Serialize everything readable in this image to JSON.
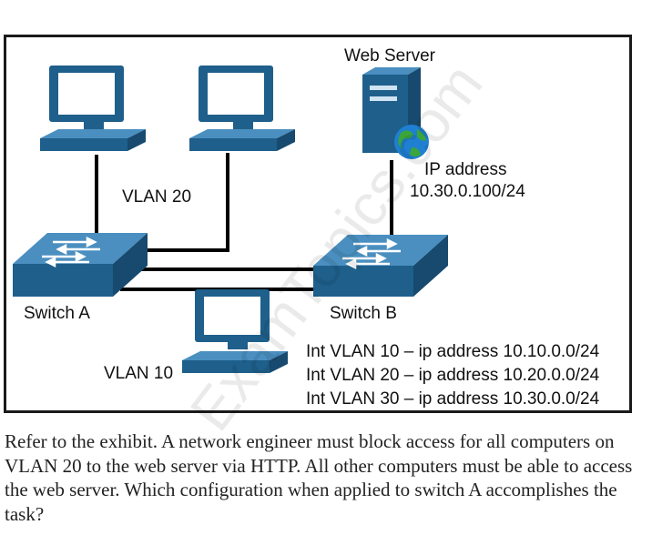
{
  "diagram": {
    "web_server_label": "Web Server",
    "ip_label_line1": "IP address",
    "ip_label_line2": "10.30.0.100/24",
    "vlan20_label": "VLAN 20",
    "vlan10_label": "VLAN 10",
    "switch_a_label": "Switch A",
    "switch_b_label": "Switch B",
    "interfaces": [
      "Int VLAN 10 – ip address 10.10.0.0/24",
      "Int VLAN 20 – ip address 10.20.0.0/24",
      "Int VLAN 30 – ip address 10.30.0.0/24"
    ],
    "watermark": "ExamTopics.com"
  },
  "question": {
    "text": "Refer to the exhibit. A network engineer must block access for all computers on VLAN 20 to the web server via HTTP. All other computers must be able to access the web server. Which configuration when applied to switch A accomplishes the task?"
  },
  "colors": {
    "device_blue": "#1f5f8b",
    "device_light": "#4a8fc0",
    "line": "#000000"
  }
}
